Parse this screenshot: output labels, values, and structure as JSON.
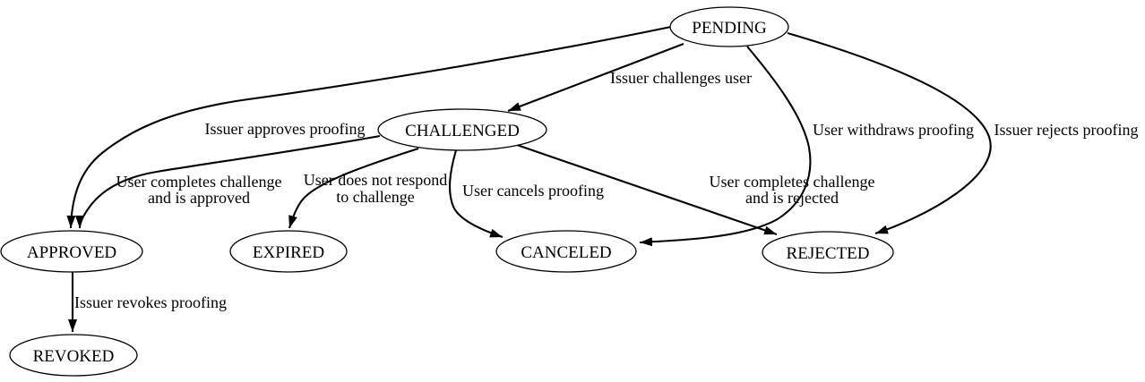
{
  "diagram": {
    "type": "state-transition-graph",
    "background_color": "#ffffff",
    "stroke_color": "#000000",
    "text_color": "#000000",
    "nodes": [
      {
        "id": "pending",
        "label": "PENDING"
      },
      {
        "id": "challenged",
        "label": "CHALLENGED"
      },
      {
        "id": "approved",
        "label": "APPROVED"
      },
      {
        "id": "expired",
        "label": "EXPIRED"
      },
      {
        "id": "canceled",
        "label": "CANCELED"
      },
      {
        "id": "rejected",
        "label": "REJECTED"
      },
      {
        "id": "revoked",
        "label": "REVOKED"
      }
    ],
    "edges": [
      {
        "from": "PENDING",
        "to": "CHALLENGED",
        "label": [
          "Issuer challenges user"
        ]
      },
      {
        "from": "PENDING",
        "to": "APPROVED",
        "label": [
          "Issuer approves proofing"
        ]
      },
      {
        "from": "CHALLENGED",
        "to": "APPROVED",
        "label": [
          "User completes challenge",
          "and is approved"
        ]
      },
      {
        "from": "CHALLENGED",
        "to": "EXPIRED",
        "label": [
          "User does not respond",
          "to challenge"
        ]
      },
      {
        "from": "CHALLENGED",
        "to": "CANCELED",
        "label": [
          "User cancels proofing"
        ]
      },
      {
        "from": "CHALLENGED",
        "to": "REJECTED",
        "label": [
          "User completes challenge",
          "and is rejected"
        ]
      },
      {
        "from": "PENDING",
        "to": "CANCELED",
        "label": [
          "User withdraws proofing"
        ]
      },
      {
        "from": "PENDING",
        "to": "REJECTED",
        "label": [
          "Issuer rejects proofing"
        ]
      },
      {
        "from": "APPROVED",
        "to": "REVOKED",
        "label": [
          "Issuer revokes proofing"
        ]
      }
    ]
  }
}
